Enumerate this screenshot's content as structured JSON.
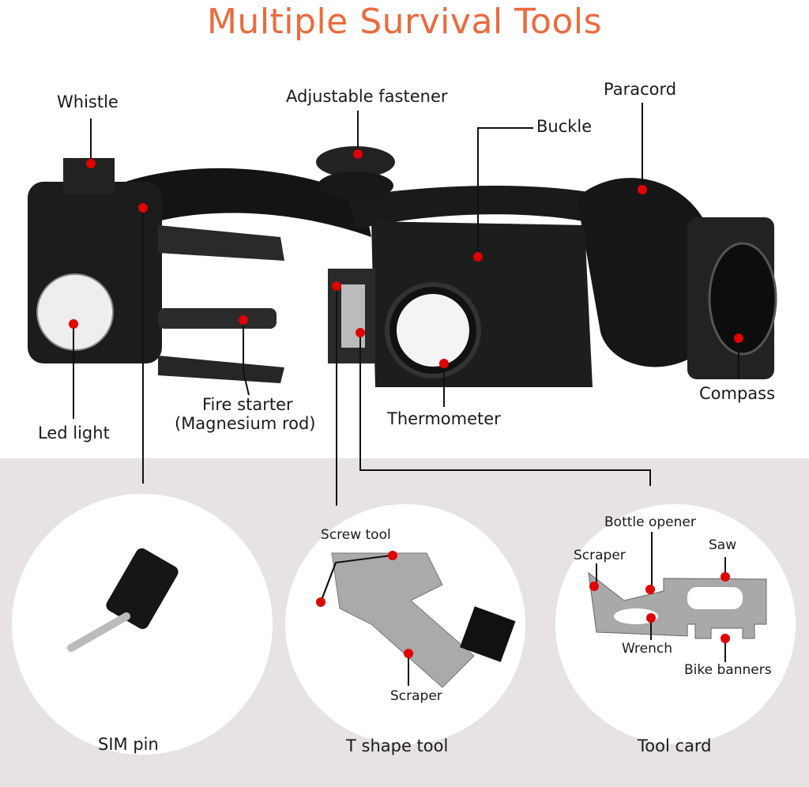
{
  "title": "Multiple Survival Tools",
  "colors": {
    "title": "#ec6a3c",
    "marker": "#e00000",
    "bottom_background": "#e7e3e3"
  },
  "bracelet_labels": {
    "whistle": "Whistle",
    "adjustable_fastener": "Adjustable fastener",
    "paracord": "Paracord",
    "buckle": "Buckle",
    "led_light": "Led light",
    "fire_starter": "Fire starter",
    "fire_starter_sub": "(Magnesium rod)",
    "thermometer": "Thermometer",
    "compass": "Compass"
  },
  "panels": [
    {
      "caption": "SIM pin",
      "labels": []
    },
    {
      "caption": "T shape tool",
      "labels": [
        "Screw tool",
        "Scraper"
      ]
    },
    {
      "caption": "Tool card",
      "labels": [
        "Bottle opener",
        "Saw",
        "Scraper",
        "Wrench",
        "Bike banners"
      ]
    }
  ]
}
